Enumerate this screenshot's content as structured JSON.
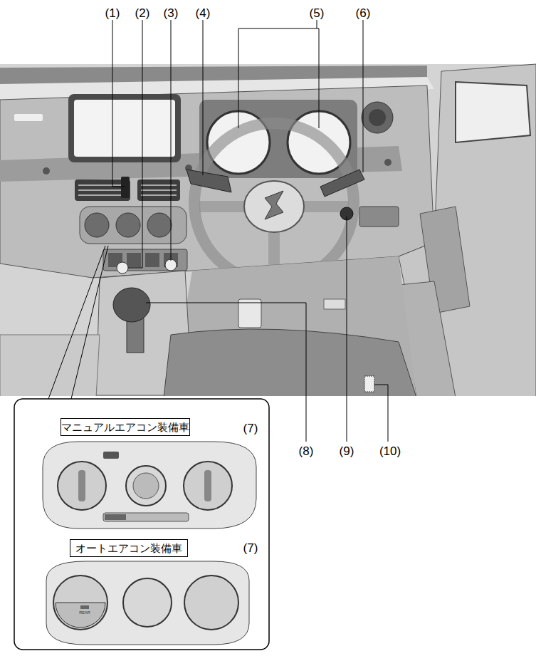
{
  "diagram": {
    "nodes": [
      {
        "text": [
          "マニュアルエアコン装備車"
        ]
      },
      {
        "text": [
          "オートエアコン装備車"
        ]
      }
    ],
    "edges": [],
    "labels": [
      "(1)",
      "(2)",
      "(3)",
      "(4)",
      "(5)",
      "(6)",
      "(7)",
      "(7)",
      "(8)",
      "(9)",
      "(10)",
      "REAR"
    ]
  }
}
